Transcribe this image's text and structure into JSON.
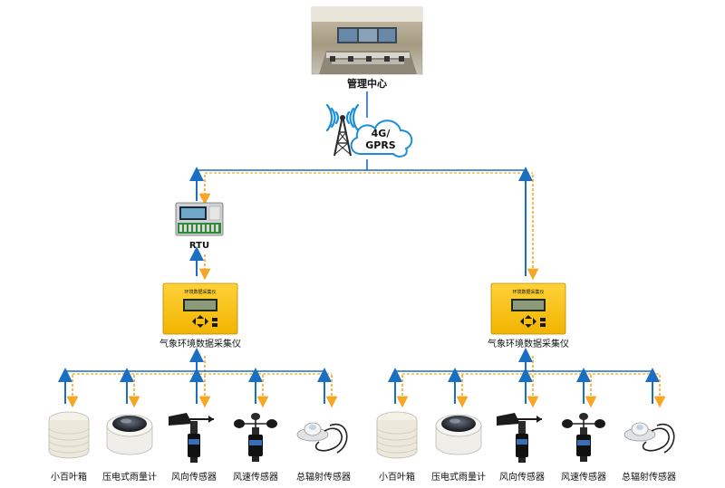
{
  "management_center": {
    "label": "管理中心"
  },
  "network": {
    "line1": "4G/",
    "line2": "GPRS"
  },
  "rtu": {
    "label": "RTU"
  },
  "collectors": [
    {
      "label": "气象环境数据采集仪",
      "panel_text": "环境数据采集仪"
    },
    {
      "label": "气象环境数据采集仪",
      "panel_text": "环境数据采集仪"
    }
  ],
  "sensor_groups": [
    {
      "sensors": [
        {
          "label": "小百叶箱",
          "icon": "louver-box-icon"
        },
        {
          "label": "压电式雨量计",
          "icon": "piezo-rain-gauge-icon"
        },
        {
          "label": "风向传感器",
          "icon": "wind-vane-icon"
        },
        {
          "label": "风速传感器",
          "icon": "anemometer-icon"
        },
        {
          "label": "总辐射传感器",
          "icon": "pyranometer-icon"
        }
      ]
    },
    {
      "sensors": [
        {
          "label": "小百叶箱",
          "icon": "louver-box-icon"
        },
        {
          "label": "压电式雨量计",
          "icon": "piezo-rain-gauge-icon"
        },
        {
          "label": "风向传感器",
          "icon": "wind-vane-icon"
        },
        {
          "label": "风速传感器",
          "icon": "anemometer-icon"
        },
        {
          "label": "总辐射传感器",
          "icon": "pyranometer-icon"
        }
      ]
    }
  ],
  "colors": {
    "uplink": "#1a6fc0",
    "downlink": "#f5a623",
    "line": "#1a6fc0"
  }
}
